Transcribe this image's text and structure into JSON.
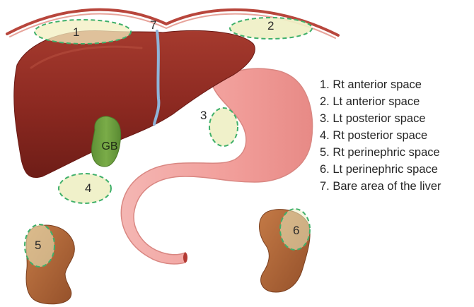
{
  "labels": {
    "space_1": "1",
    "space_2": "2",
    "space_3": "3",
    "space_4": "4",
    "space_5": "5",
    "space_6": "6",
    "bare_area": "7",
    "gallbladder": "GB"
  },
  "legend": [
    "1. Rt anterior space",
    "2. Lt anterior space",
    "3. Lt posterior space",
    "4. Rt posterior space",
    "5. Rt perinephric space",
    "6. Lt perinephric space",
    "7. Bare area of the liver"
  ],
  "colors": {
    "liver": "#8e2a22",
    "diaphragm": "#b8463c",
    "stomach": "#f2a7a4",
    "gallbladder": "#6a9a3c",
    "kidney": "#b2663a",
    "space_fill": "#eef0c4",
    "space_outline": "#3fb06a",
    "bare_area_line": "#8fb4d8"
  }
}
